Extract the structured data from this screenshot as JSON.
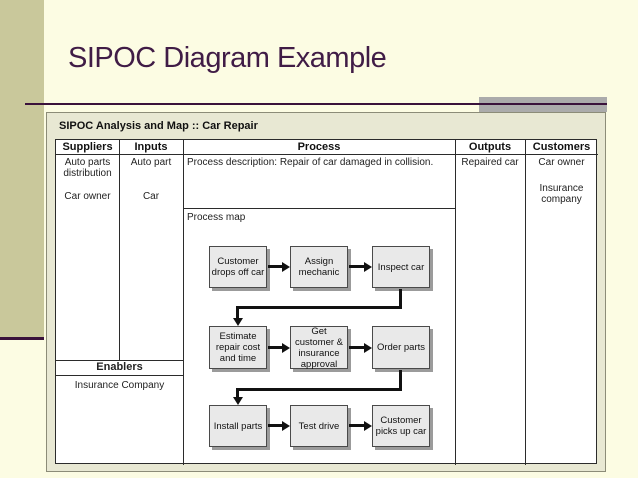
{
  "slide": {
    "title": "SIPOC Diagram Example"
  },
  "panel": {
    "title": "SIPOC Analysis and Map :: Car Repair",
    "headers": [
      "Suppliers",
      "Inputs",
      "Process",
      "Outputs",
      "Customers"
    ],
    "suppliers": {
      "item1": "Auto parts distribution",
      "item2": "Car owner"
    },
    "inputs": {
      "item1": "Auto part",
      "item2": "Car"
    },
    "process": {
      "description": "Process description: Repair of car damaged in collision.",
      "map_label": "Process map",
      "steps": [
        "Customer drops off car",
        "Assign mechanic",
        "Inspect car",
        "Estimate repair cost and time",
        "Get customer & insurance approval",
        "Order parts",
        "Install parts",
        "Test drive",
        "Customer picks up car"
      ]
    },
    "outputs": {
      "item1": "Repaired car"
    },
    "customers": {
      "item1": "Car owner",
      "item2": "Insurance company"
    },
    "enablers": {
      "label": "Enablers",
      "item1": "Insurance Company"
    }
  },
  "colors": {
    "slide_background": "#FCFCE3",
    "sidebar_olive": "#C9C89B",
    "title_purple": "#401C46",
    "rule_purple": "#3A123B",
    "accent_gray": "#ABABAB",
    "panel_beige": "#E8E8D3",
    "flow_box_fill": "#E9E9E9",
    "flow_box_shadow": "#9B9B9B",
    "arrow_black": "#111111"
  }
}
